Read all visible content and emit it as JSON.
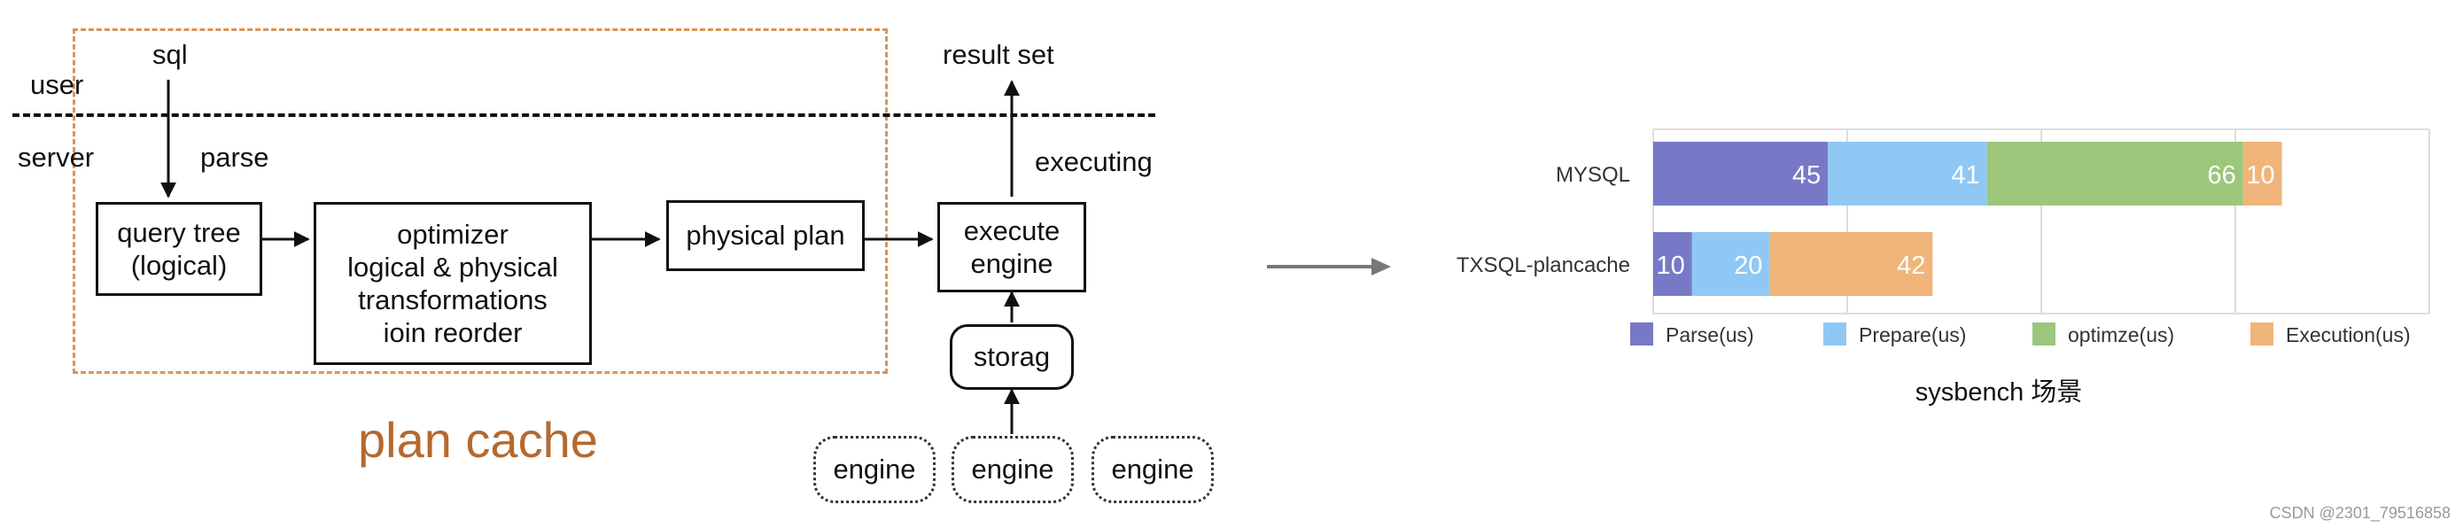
{
  "diagram": {
    "user_label": "user",
    "server_label": "server",
    "sql_label": "sql",
    "parse_label": "parse",
    "result_label": "result set",
    "executing_label": "executing",
    "query_tree": [
      "query tree",
      "(logical)"
    ],
    "optimizer": [
      "optimizer",
      "logical & physical",
      "transformations",
      "ioin reorder"
    ],
    "physical_plan": "physical plan",
    "execute_engine": [
      "execute",
      "engine"
    ],
    "storage": "storag",
    "engines": [
      "engine",
      "engine",
      "engine"
    ],
    "plan_cache_label": "plan cache",
    "colors": {
      "plan_cache_border": "#d9955a",
      "plan_cache_text": "#b5692e",
      "arrow": "#777777"
    }
  },
  "chart_data": {
    "type": "bar",
    "orientation": "horizontal",
    "stacked": true,
    "categories": [
      "MYSQL",
      "TXSQL-plancache"
    ],
    "series": [
      {
        "name": "Parse(us)",
        "values": [
          45,
          10
        ],
        "color": "#7779c6"
      },
      {
        "name": "Prepare(us)",
        "values": [
          41,
          20
        ],
        "color": "#8fc8f4"
      },
      {
        "name": "optimze(us)",
        "values": [
          66,
          0
        ],
        "color": "#9dc67d"
      },
      {
        "name": "Execution(us)",
        "values": [
          10,
          42
        ],
        "color": "#efb57a"
      }
    ],
    "xlim": [
      0,
      200
    ],
    "grid": true,
    "legend": "bottom",
    "title": "sysbench 场景"
  },
  "watermark": "CSDN @2301_79516858"
}
